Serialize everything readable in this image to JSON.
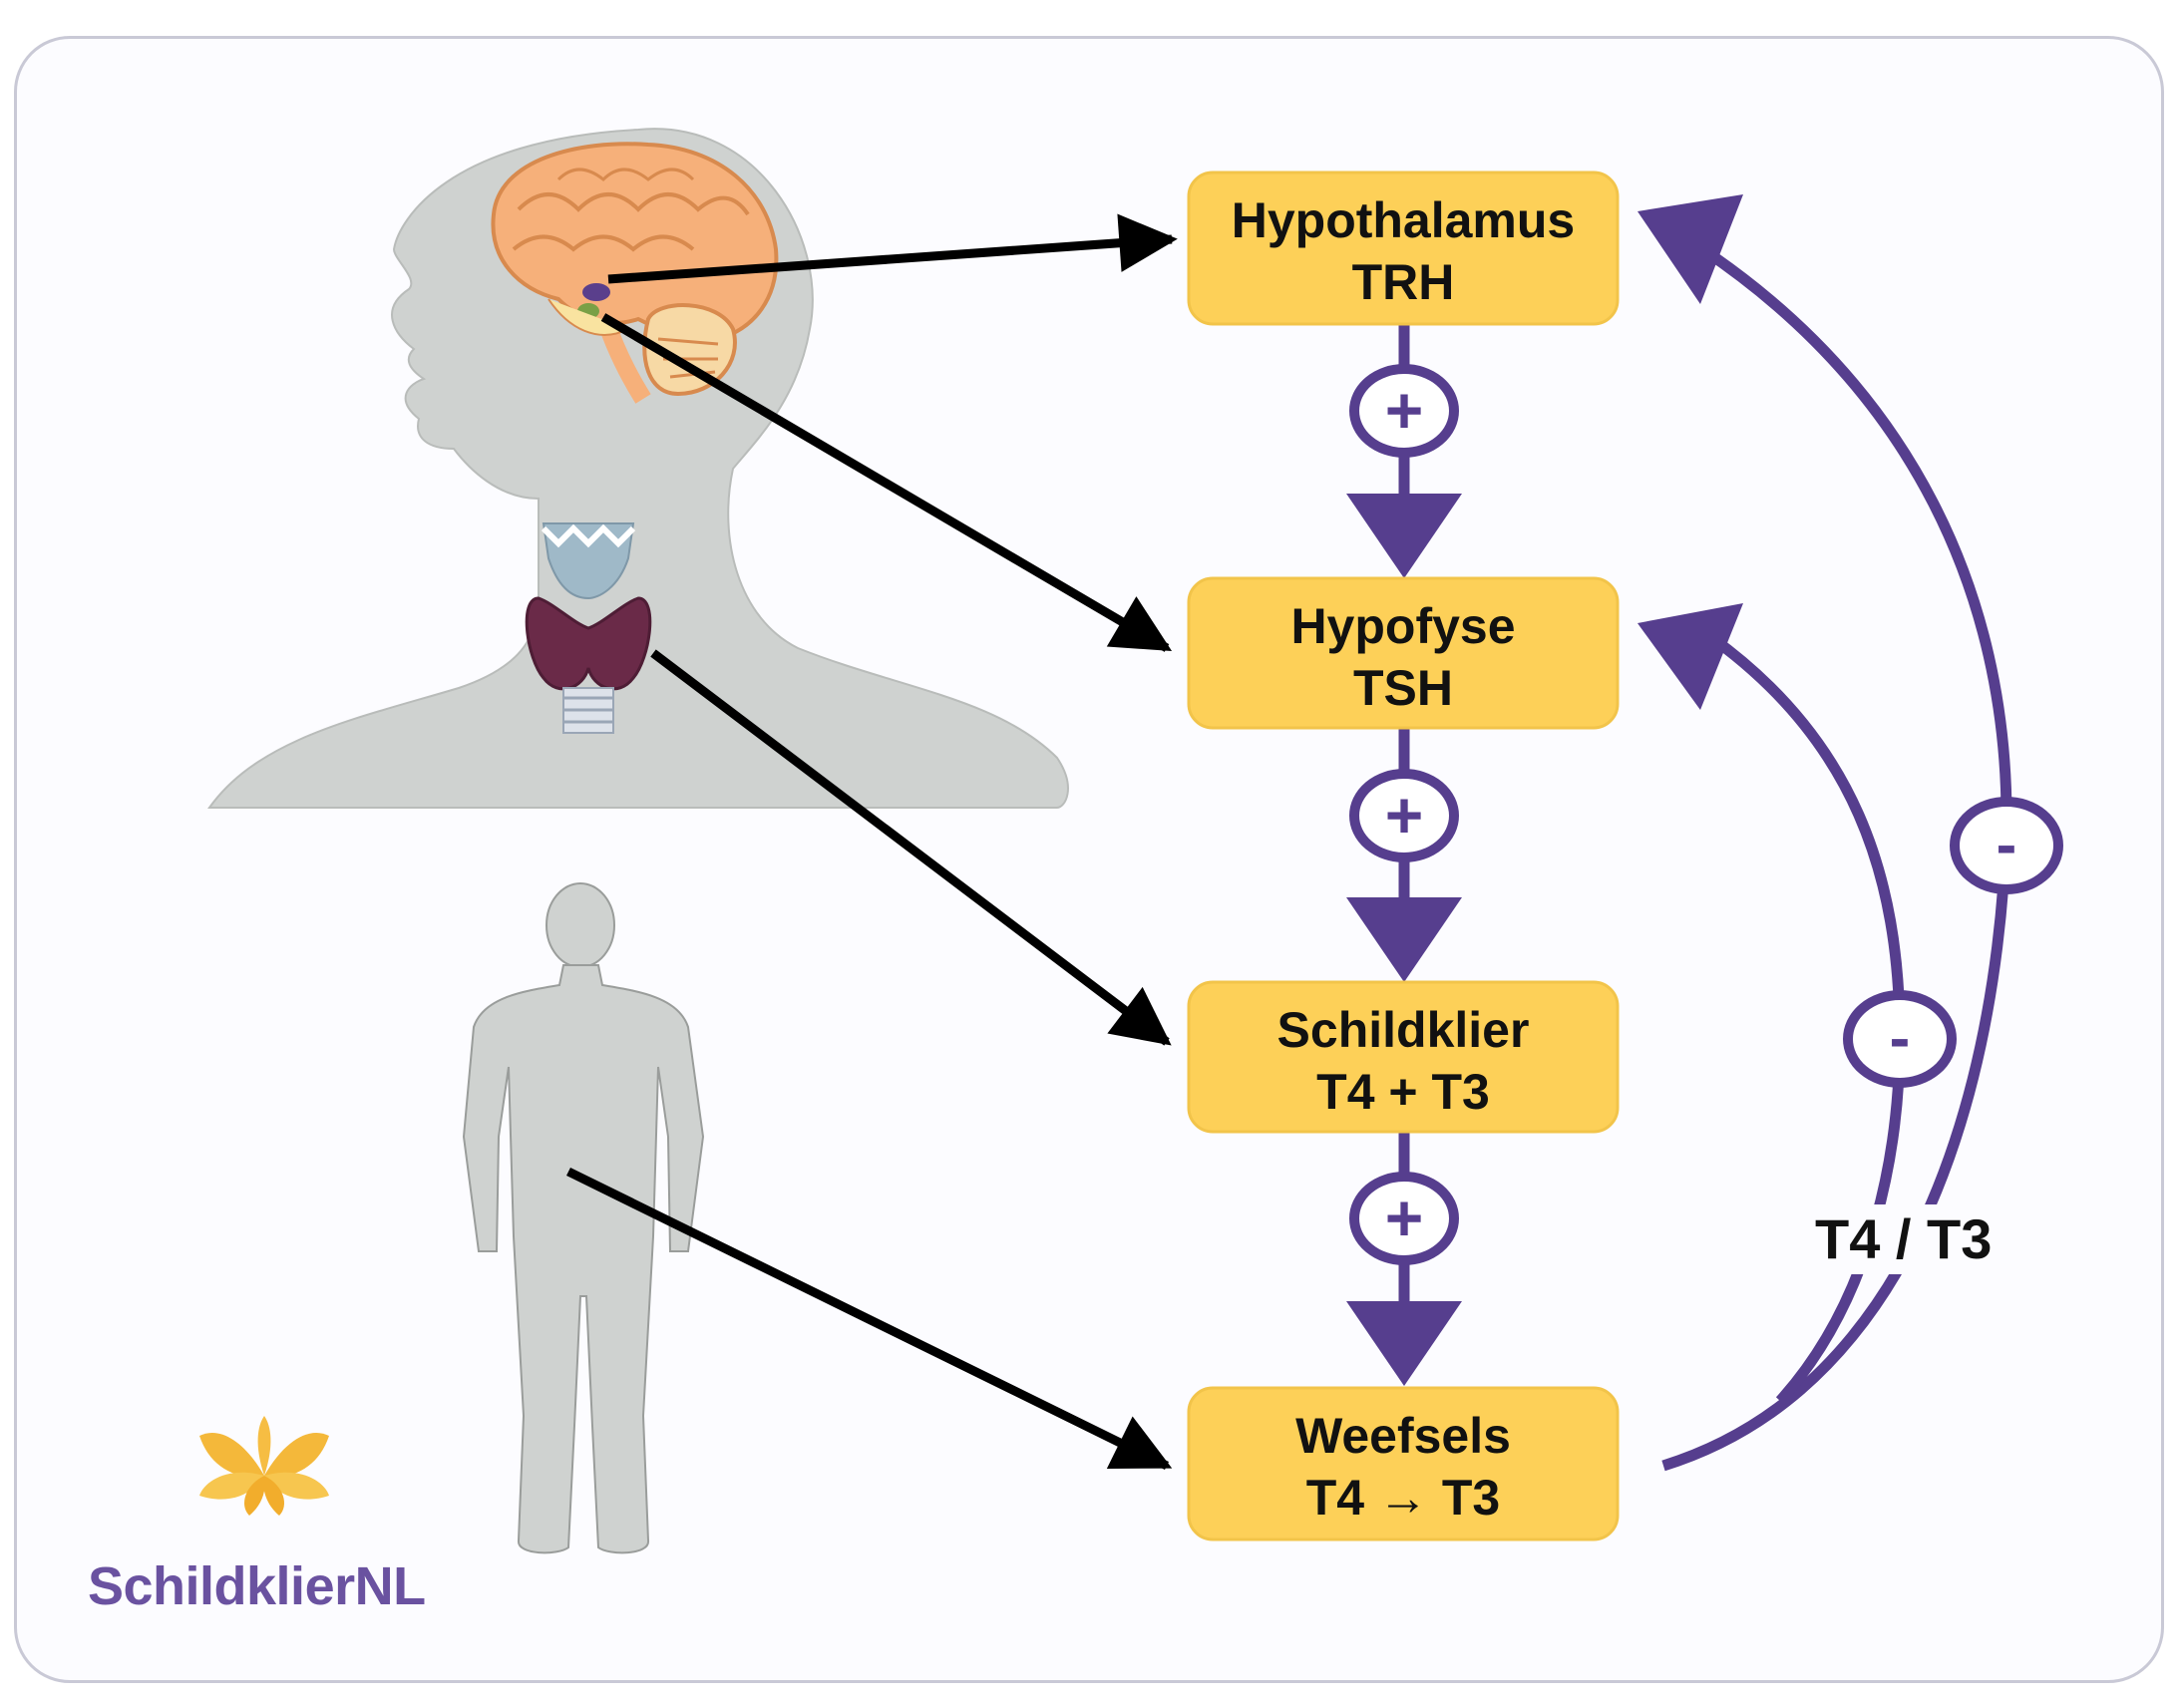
{
  "colors": {
    "box_fill": "#fdd058",
    "purple": "#563e8e",
    "silhouette": "#cfd2d0",
    "brain": "#f6b07a",
    "thyroid": "#6a2a48",
    "arrow_black": "#000000",
    "brand_text": "#6a52a0",
    "logo_petals": "#f4b83a"
  },
  "boxes": {
    "hypothalamus": {
      "title": "Hypothalamus",
      "hormone": "TRH"
    },
    "hypofyse": {
      "title": "Hypofyse",
      "hormone": "TSH"
    },
    "schildklier": {
      "title": "Schildklier",
      "hormone": "T4 + T3"
    },
    "weefsels": {
      "title": "Weefsels",
      "hormone": "T4 → T3"
    }
  },
  "signs": {
    "plus": "+",
    "minus": "-"
  },
  "feedback_label": "T4 / T3",
  "brand": {
    "name": "SchildklierNL",
    "logo_icon": "butterfly-icon"
  }
}
